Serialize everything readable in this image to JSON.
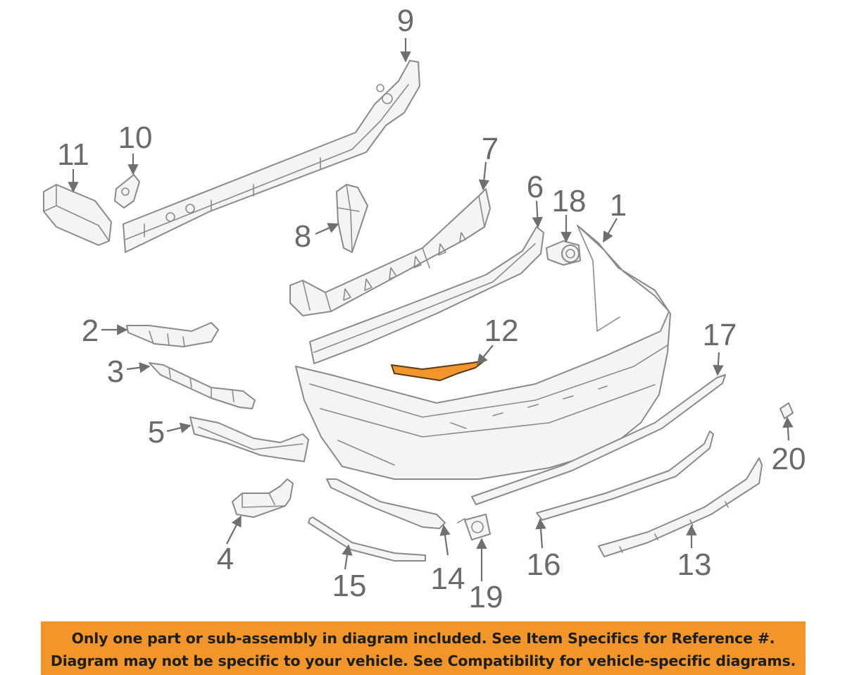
{
  "callouts": {
    "c1": "1",
    "c2": "2",
    "c3": "3",
    "c4": "4",
    "c5": "5",
    "c6": "6",
    "c7": "7",
    "c8": "8",
    "c9": "9",
    "c10": "10",
    "c11": "11",
    "c12": "12",
    "c13": "13",
    "c14": "14",
    "c15": "15",
    "c16": "16",
    "c17": "17",
    "c18": "18",
    "c19": "19",
    "c20": "20"
  },
  "notice": {
    "line1": "Only one part or sub-assembly in diagram included. See Item Specifics for Reference #.",
    "line2": "Diagram may not be specific to your vehicle. See Compatibility for vehicle-specific diagrams."
  },
  "colors": {
    "highlight": "#f2962c",
    "line_art": "#8a8a8a",
    "callout_text": "#6a6a6a"
  }
}
